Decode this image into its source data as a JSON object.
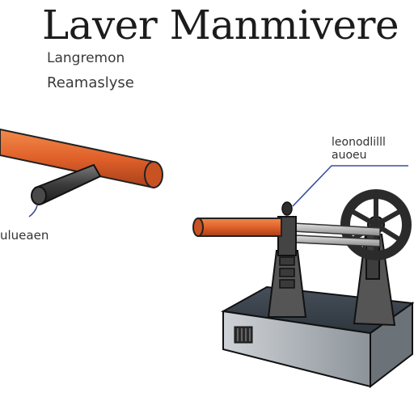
{
  "title": "Laver Manmivere",
  "subtitles": {
    "line1": "Langremon",
    "line2": "Reamaslyse"
  },
  "callouts": {
    "machine_label_line1": "leonodlilll",
    "machine_label_line2": "auoeu",
    "lever_label": "ulueaen"
  },
  "colors": {
    "lever_orange": "#e0602a",
    "handle_dark": "#3b3b3b",
    "base_dark": "#3a4450",
    "leader_blue": "#3b4fa0"
  }
}
